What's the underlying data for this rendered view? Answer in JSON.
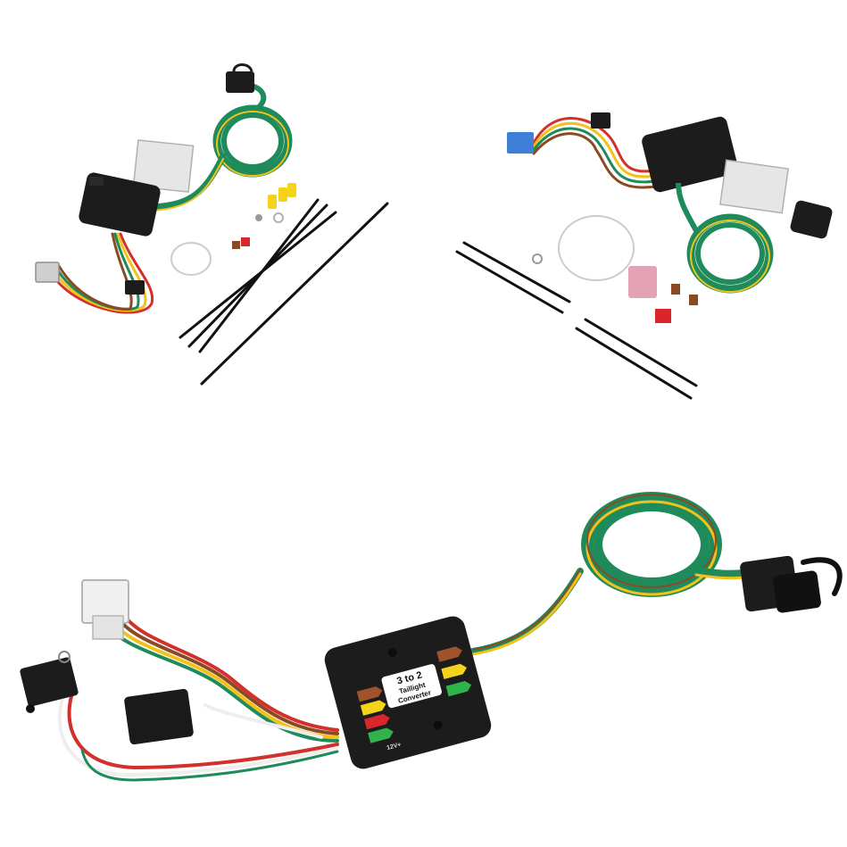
{
  "image": {
    "background": "#ffffff",
    "subject": "trailer wiring harness kit (3 to 2 taillight converter)"
  },
  "module_label": {
    "line1": "3 to 2",
    "line2": "Taillight",
    "line3": "Converter",
    "voltage": "12V+"
  },
  "colors": {
    "wire_green": "#1f8a5a",
    "wire_yellow": "#f2c21b",
    "wire_brown": "#8a4a24",
    "wire_white": "#eeeeee",
    "wire_red": "#d3302b",
    "module_body": "#1c1c1c",
    "arrow_brown": "#a0522d",
    "arrow_yellow": "#f5d31a",
    "arrow_red": "#d9262b",
    "arrow_green": "#2fb34a",
    "connector_grey": "#cfcfcf",
    "connector_blue": "#3f7fd8",
    "connector_pink": "#e3a3b5"
  }
}
